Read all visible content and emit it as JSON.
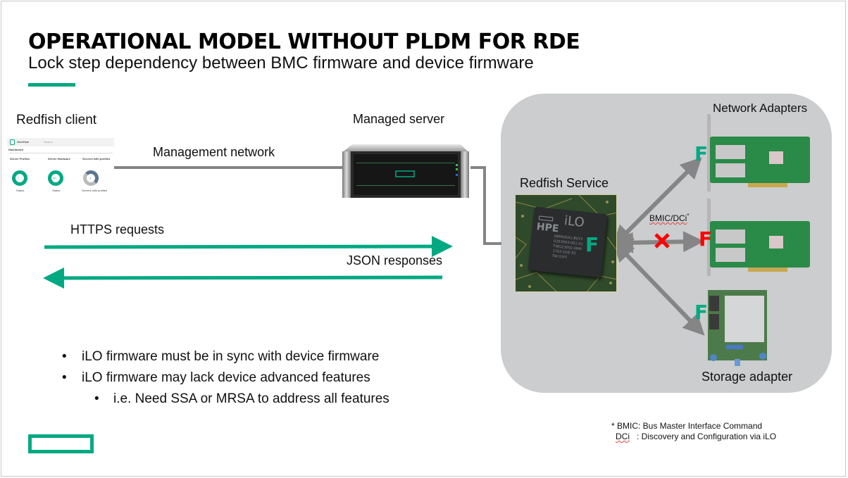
{
  "slide": {
    "title": "OPERATIONAL MODEL WITHOUT PLDM FOR RDE",
    "subtitle": "Lock step dependency between BMC firmware and device firmware"
  },
  "colors": {
    "accent": "#01a982",
    "line_gray": "#7f7f7f",
    "panel_gray": "#cbcdce",
    "error_red": "#ff0000"
  },
  "diagram": {
    "client": {
      "label": "Redfish client",
      "thumbnail": {
        "app_name": "OneView",
        "search_placeholder": "Search",
        "page": "Dashboard",
        "widgets": [
          {
            "title": "Server Profiles",
            "value": "7",
            "caption": "Status"
          },
          {
            "title": "Server Hardware",
            "value": "10",
            "caption": "Status"
          },
          {
            "title": "Servers with profiles",
            "value": "4",
            "caption": "Servers with profiles"
          }
        ]
      }
    },
    "network_label": "Management network",
    "server_label": "Managed server",
    "request_label": "HTTPS requests",
    "response_label": "JSON responses",
    "service_label": "Redfish Service",
    "chip": {
      "brand": "HPE",
      "product": "iLO",
      "markings": [
        "ABPA05A1-BUY2",
        "0353993-001-01",
        "TWG23002.06W",
        "1703 DOE ES",
        "TW 02FF"
      ]
    },
    "firmware_mark": "F",
    "protocol_label": "BMIC/DCi",
    "protocol_label_suffix": "*",
    "network_adapters_label": "Network Adapters",
    "storage_adapter_label": "Storage adapter",
    "blocked_icon": "x-mark-icon"
  },
  "bullets": [
    {
      "level": 1,
      "text": "iLO firmware must be in sync with device firmware"
    },
    {
      "level": 1,
      "text": "iLO firmware may lack device advanced features"
    },
    {
      "level": 2,
      "text": "i.e. Need SSA or MRSA to address all features"
    }
  ],
  "bullet_glyph": "•",
  "footnote": {
    "line1": "* BMIC: Bus Master Interface Command",
    "line2_term": "DCi",
    "line2_def": "   : Discovery and Configuration via iLO"
  }
}
